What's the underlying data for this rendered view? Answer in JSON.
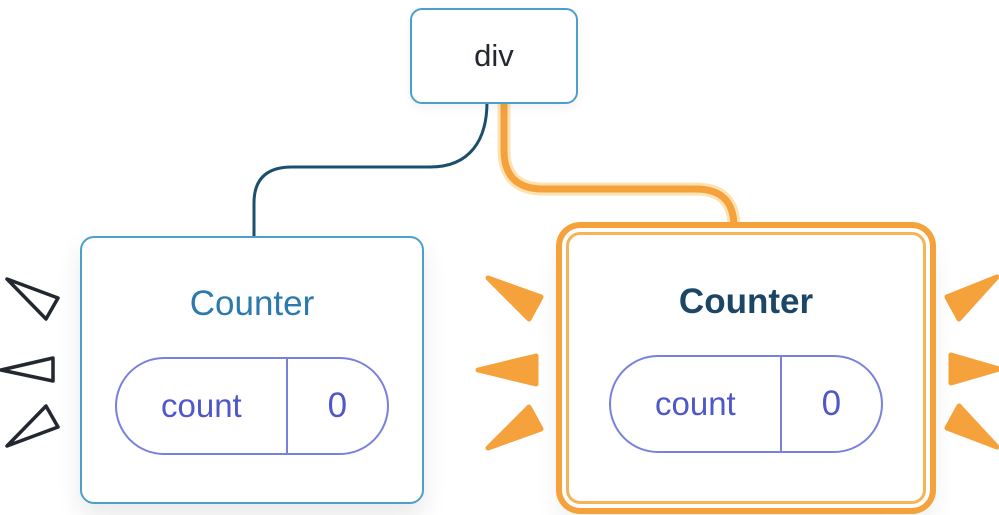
{
  "diagram": {
    "root": {
      "label": "div"
    },
    "left_counter": {
      "title": "Counter",
      "state": {
        "key": "count",
        "value": "0"
      }
    },
    "right_counter": {
      "title": "Counter",
      "state": {
        "key": "count",
        "value": "0"
      }
    },
    "icons": {
      "burst": "emphasis-rays"
    },
    "colors": {
      "blue_border": "#4BA0CB",
      "blue_connector": "#1C4F6E",
      "title_blue": "#2B7AAE",
      "title_dark_blue": "#1B4666",
      "state_indigo_text": "#5058C9",
      "state_indigo_border": "#7A81DC",
      "highlight_orange": "#F5A23C",
      "highlight_orange_halo": "#FDE3B3",
      "root_text": "#23272F",
      "burst_outline": "#23272F"
    }
  }
}
